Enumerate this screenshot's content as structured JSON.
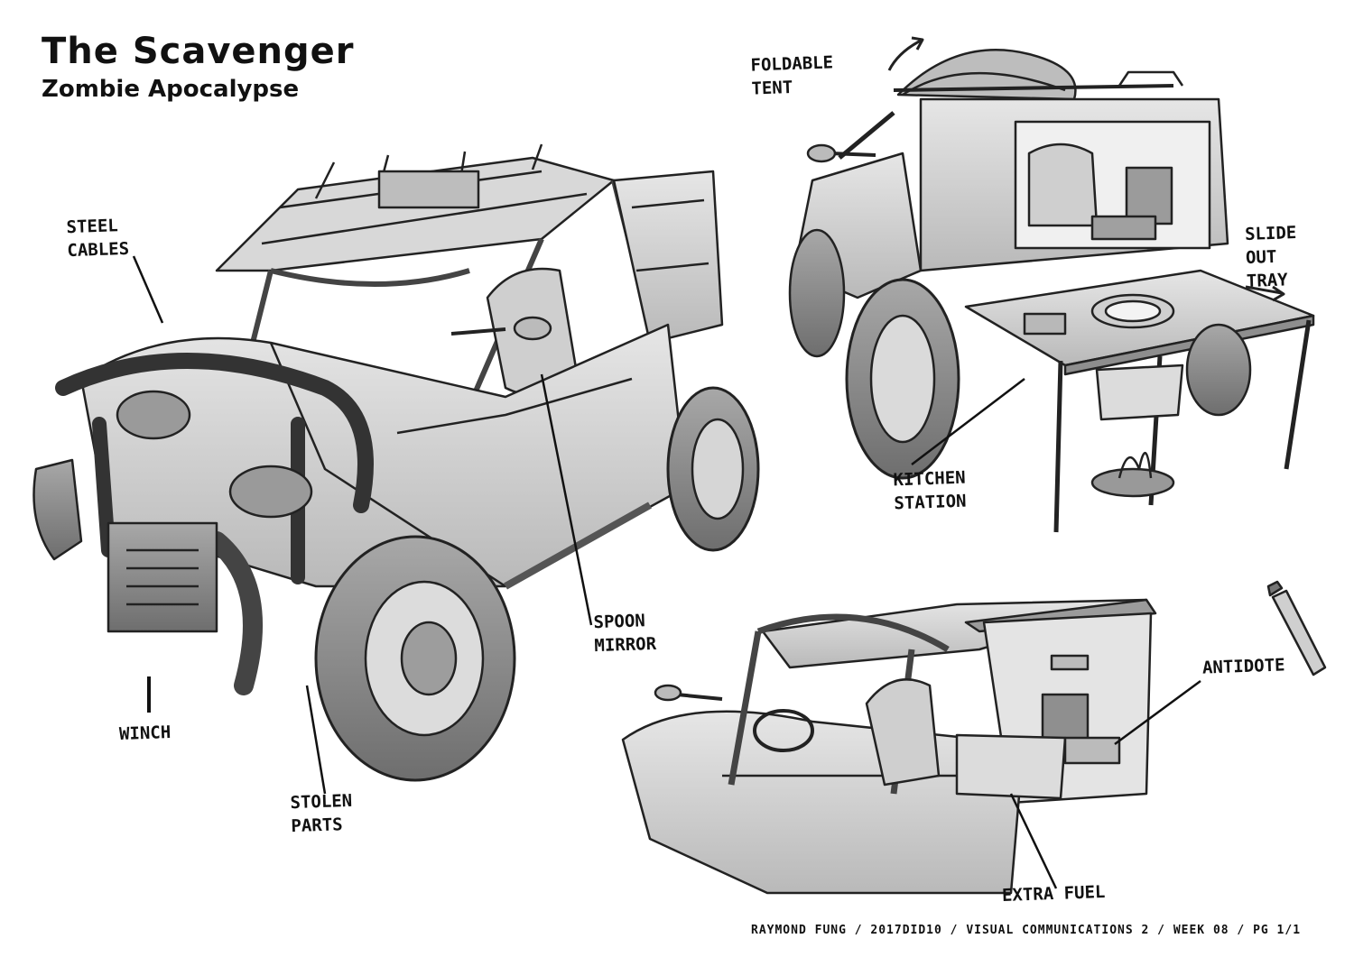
{
  "title": "The Scavenger",
  "subtitle": "Zombie Apocalypse",
  "labels": {
    "steel_cables": "STEEL\nCABLES",
    "foldable_tent": "FOLDABLE\nTENT",
    "slide_out_tray": "SLIDE\nOUT\nTRAY",
    "kitchen_station": "KITCHEN\nSTATION",
    "spoon_mirror": "SPOON\nMIRROR",
    "winch": "WINCH",
    "stolen_parts": "STOLEN\nPARTS",
    "antidote": "ANTIDOTE",
    "extra_fuel": "EXTRA FUEL"
  },
  "credit": "RAYMOND FUNG / 2017DID10 / VISUAL COMMUNICATIONS 2 / WEEK 08 / PG 1/1"
}
